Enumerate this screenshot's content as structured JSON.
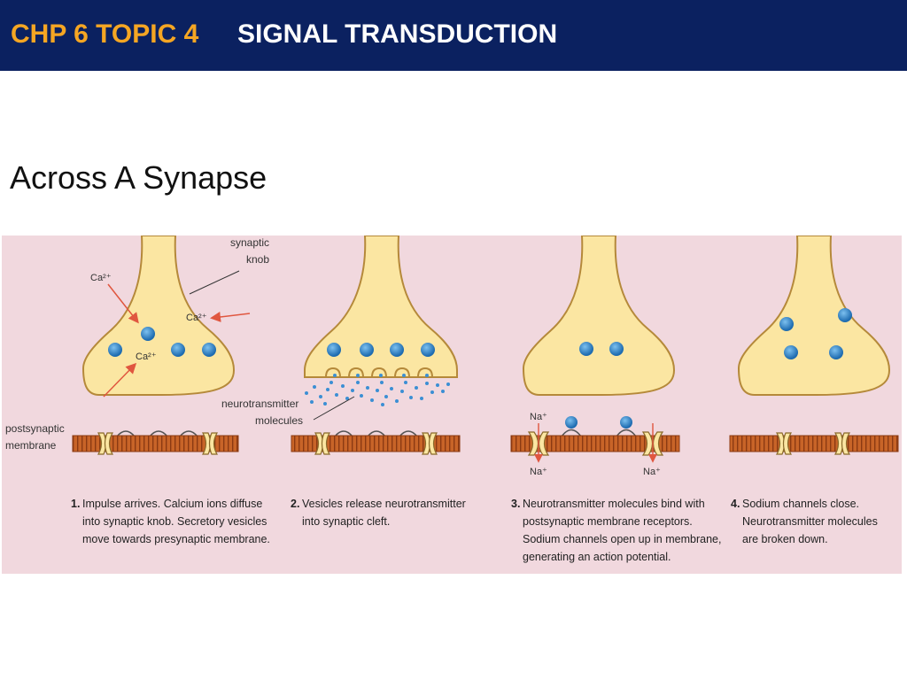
{
  "header": {
    "chapter": "CHP 6 TOPIC 4",
    "title": "SIGNAL TRANSDUCTION"
  },
  "subtitle": "Across A Synapse",
  "figure": {
    "labels": {
      "synaptic_knob_1": "synaptic",
      "synaptic_knob_2": "knob",
      "ca_1": "Ca²⁺",
      "ca_2": "Ca²⁺",
      "ca_3": "Ca²⁺",
      "postsynaptic_1": "postsynaptic",
      "postsynaptic_2": "membrane",
      "neuro_1": "neurotransmitter",
      "neuro_2": "molecules",
      "na_top": "Na⁺",
      "na_bottom_1": "Na⁺",
      "na_bottom_2": "Na⁺"
    },
    "steps": [
      {
        "number": "1.",
        "lines": [
          "Impulse arrives. Calcium ions diffuse",
          "into synaptic knob. Secretory vesicles",
          "move towards presynaptic membrane."
        ]
      },
      {
        "number": "2.",
        "lines": [
          "Vesicles release neurotransmitter",
          "into synaptic cleft."
        ]
      },
      {
        "number": "3.",
        "lines": [
          "Neurotransmitter molecules bind with",
          "postsynaptic membrane receptors.",
          "Sodium channels open up in membrane,",
          "generating an action potential."
        ]
      },
      {
        "number": "4.",
        "lines": [
          "Sodium channels close.",
          "Neurotransmitter molecules",
          "are broken down."
        ]
      }
    ],
    "colors": {
      "background": "#f1d8de",
      "knob": "#fbe6a2",
      "knob_outline": "#b5893a",
      "vesicle": "#2d7fc6",
      "membrane": "#c86428",
      "arrow": "#e0563f"
    }
  }
}
